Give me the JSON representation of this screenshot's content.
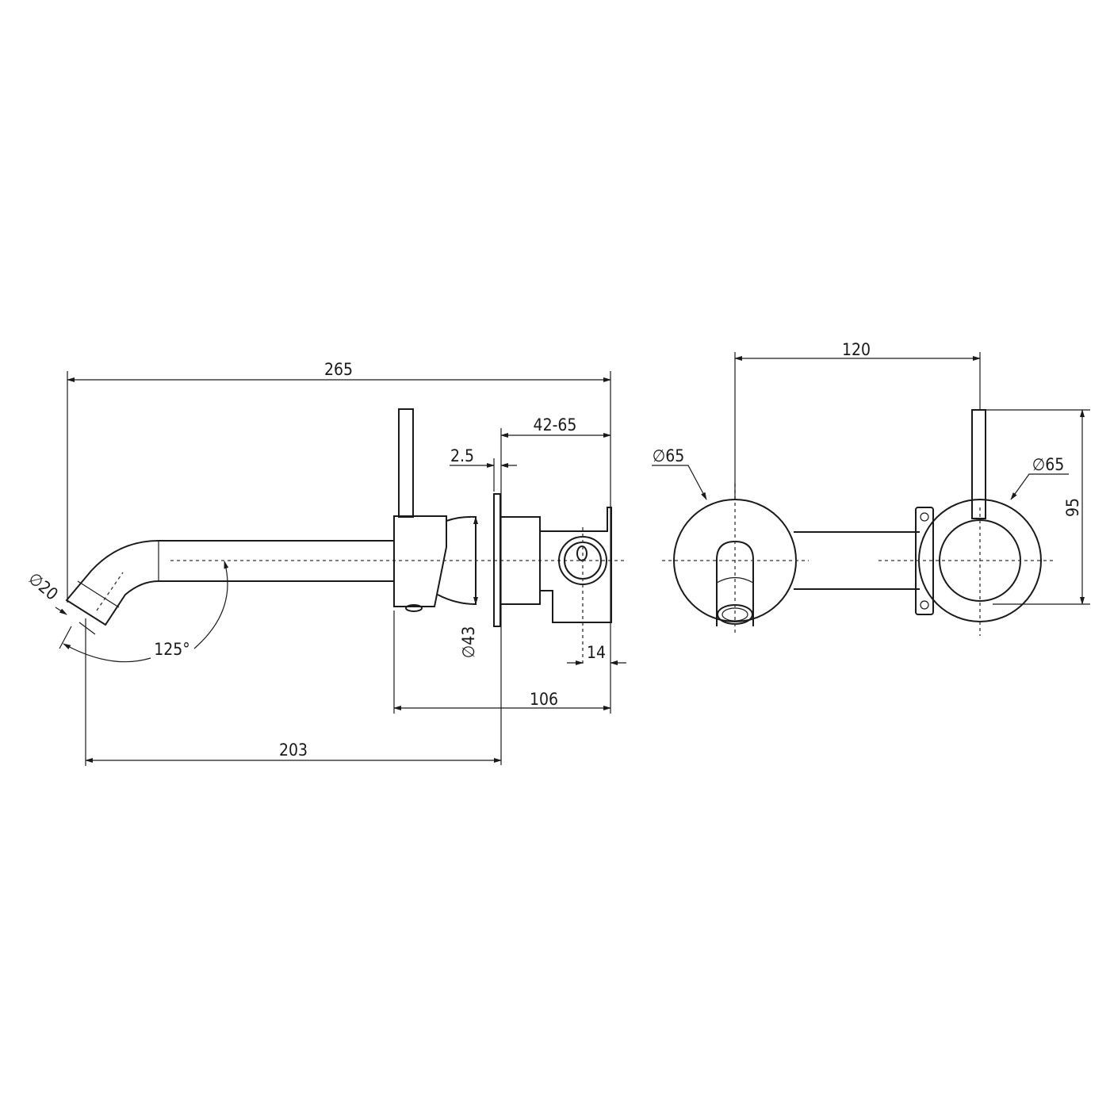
{
  "dimensions": {
    "overall_length": "265",
    "wall_depth_range": "42-65",
    "plate_thickness": "2.5",
    "body_diameter": "∅43",
    "bracket_offset": "14",
    "body_to_wall": "106",
    "spout_projection": "203",
    "spout_angle": "125°",
    "spout_diameter": "∅20",
    "centers": "120",
    "left_plate_diameter": "∅65",
    "right_plate_diameter": "∅65",
    "lever_height": "95"
  },
  "colors": {
    "line": "#1a1a1a",
    "background": "#ffffff"
  }
}
